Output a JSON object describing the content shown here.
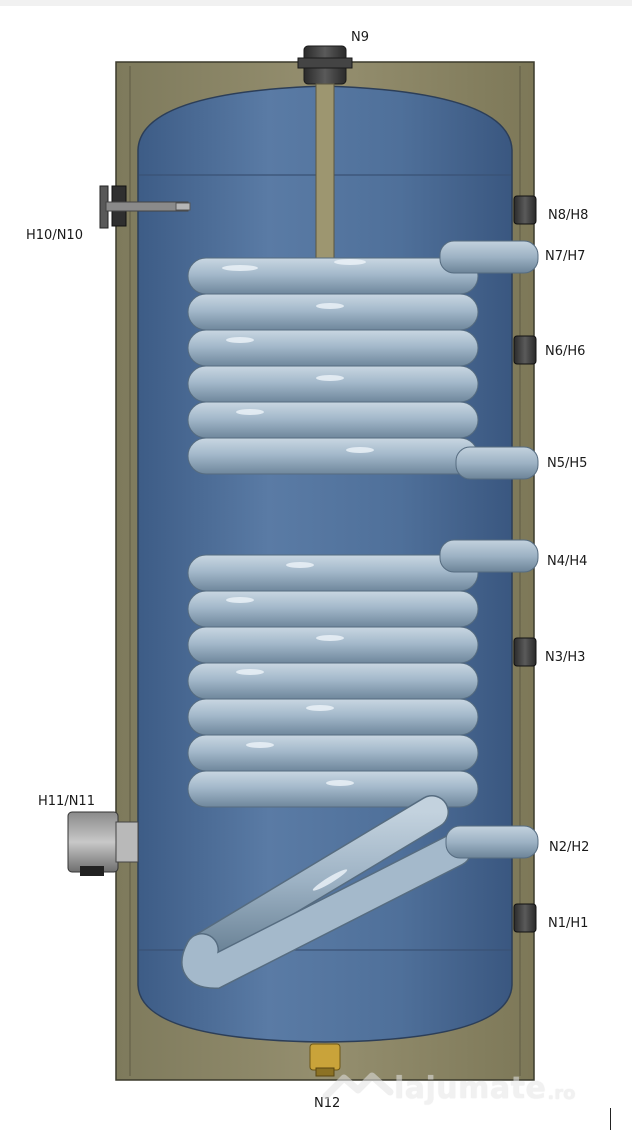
{
  "diagram": {
    "labels": {
      "n9": "N9",
      "h10_n10": "H10/N10",
      "n8_h8": "N8/H8",
      "n7_h7": "N7/H7",
      "n6_h6": "N6/H6",
      "n5_h5": "N5/H5",
      "n4_h4": "N4/H4",
      "n3_h3": "N3/H3",
      "h11_n11": "H11/N11",
      "n2_h2": "N2/H2",
      "n1_h1": "N1/H1",
      "n12": "N12"
    }
  },
  "watermark": {
    "brand": "lajumate",
    "tld": ".ro"
  },
  "colors": {
    "casing": "#8e8a6a",
    "tank": "#4f6f98",
    "coil": "#9fb4c6",
    "fitting": "#3a3a3a"
  }
}
